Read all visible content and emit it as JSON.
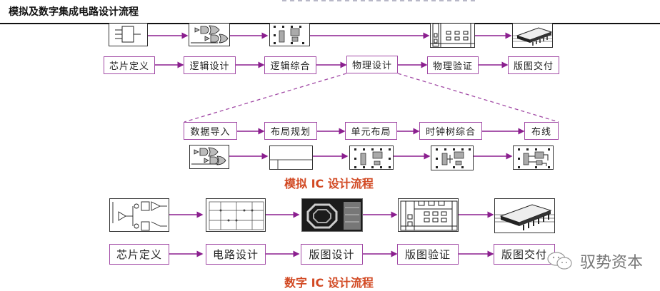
{
  "title": "模拟及数字集成电路设计流程",
  "colors": {
    "accent": "#a24ba6",
    "arrow": "#8b1f8f",
    "caption": "#d24a24",
    "text": "#222222"
  },
  "top_flow": {
    "steps": [
      "芯片定义",
      "逻辑设计",
      "逻辑综合",
      "物理设计",
      "物理验证",
      "版图交付"
    ],
    "thumbnails": [
      "block-diagram-icon",
      "logic-gates-icon",
      "synthesized-layout-icon",
      "floorplan-grid-icon",
      "ic-chip-package-icon"
    ]
  },
  "physical_flow": {
    "expanded_from": "物理设计",
    "steps": [
      "数据导入",
      "布局规划",
      "单元布局",
      "时钟树综合",
      "布线"
    ],
    "thumbnails": [
      "logic-gates-icon",
      "floorplan-icon",
      "cell-placement-icon",
      "clock-tree-icon",
      "routing-icon"
    ],
    "caption": "模拟 IC 设计流程"
  },
  "bottom_flow": {
    "steps": [
      "芯片定义",
      "电路设计",
      "版图设计",
      "版图验证",
      "版图交付"
    ],
    "thumbnails": [
      "rf-block-diagram-icon",
      "transistor-schematic-icon",
      "inductor-layout-icon",
      "floorplan-grid-icon",
      "ic-chip-package-icon"
    ],
    "caption": "数字 IC 设计流程"
  },
  "watermark": "驭势资本"
}
